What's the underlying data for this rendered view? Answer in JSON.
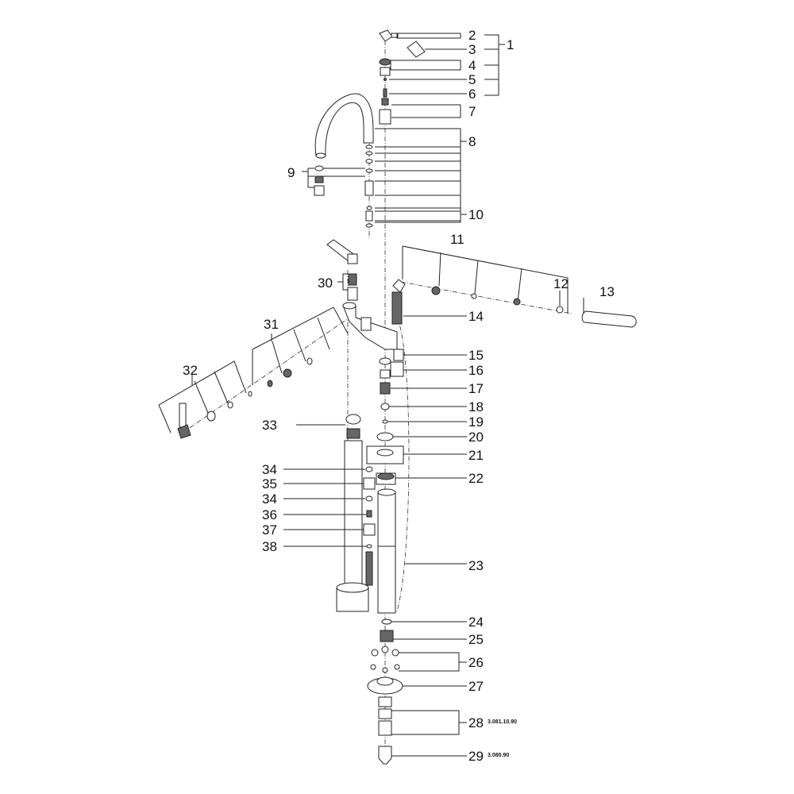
{
  "labels": [
    {
      "id": "l1",
      "text": "1"
    },
    {
      "id": "l2",
      "text": "2"
    },
    {
      "id": "l3",
      "text": "3"
    },
    {
      "id": "l4",
      "text": "4"
    },
    {
      "id": "l5",
      "text": "5"
    },
    {
      "id": "l6",
      "text": "6"
    },
    {
      "id": "l7",
      "text": "7"
    },
    {
      "id": "l8",
      "text": "8"
    },
    {
      "id": "l9",
      "text": "9"
    },
    {
      "id": "l10",
      "text": "10"
    },
    {
      "id": "l11",
      "text": "11"
    },
    {
      "id": "l12",
      "text": "12"
    },
    {
      "id": "l13",
      "text": "13"
    },
    {
      "id": "l14",
      "text": "14"
    },
    {
      "id": "l15",
      "text": "15"
    },
    {
      "id": "l16",
      "text": "16"
    },
    {
      "id": "l17",
      "text": "17"
    },
    {
      "id": "l18",
      "text": "18"
    },
    {
      "id": "l19",
      "text": "19"
    },
    {
      "id": "l20",
      "text": "20"
    },
    {
      "id": "l21",
      "text": "21"
    },
    {
      "id": "l22",
      "text": "22"
    },
    {
      "id": "l23",
      "text": "23"
    },
    {
      "id": "l24",
      "text": "24"
    },
    {
      "id": "l25",
      "text": "25"
    },
    {
      "id": "l26",
      "text": "26"
    },
    {
      "id": "l27",
      "text": "27"
    },
    {
      "id": "l28",
      "text": "28"
    },
    {
      "id": "l29",
      "text": "29"
    },
    {
      "id": "l30",
      "text": "30"
    },
    {
      "id": "l31",
      "text": "31"
    },
    {
      "id": "l32",
      "text": "32"
    },
    {
      "id": "l33",
      "text": "33"
    },
    {
      "id": "l34a",
      "text": "34"
    },
    {
      "id": "l35",
      "text": "35"
    },
    {
      "id": "l34b",
      "text": "34"
    },
    {
      "id": "l36",
      "text": "36"
    },
    {
      "id": "l37",
      "text": "37"
    },
    {
      "id": "l38",
      "text": "38"
    }
  ],
  "notes": {
    "part28": "3.081.10.90",
    "part29": "3.080.90"
  }
}
